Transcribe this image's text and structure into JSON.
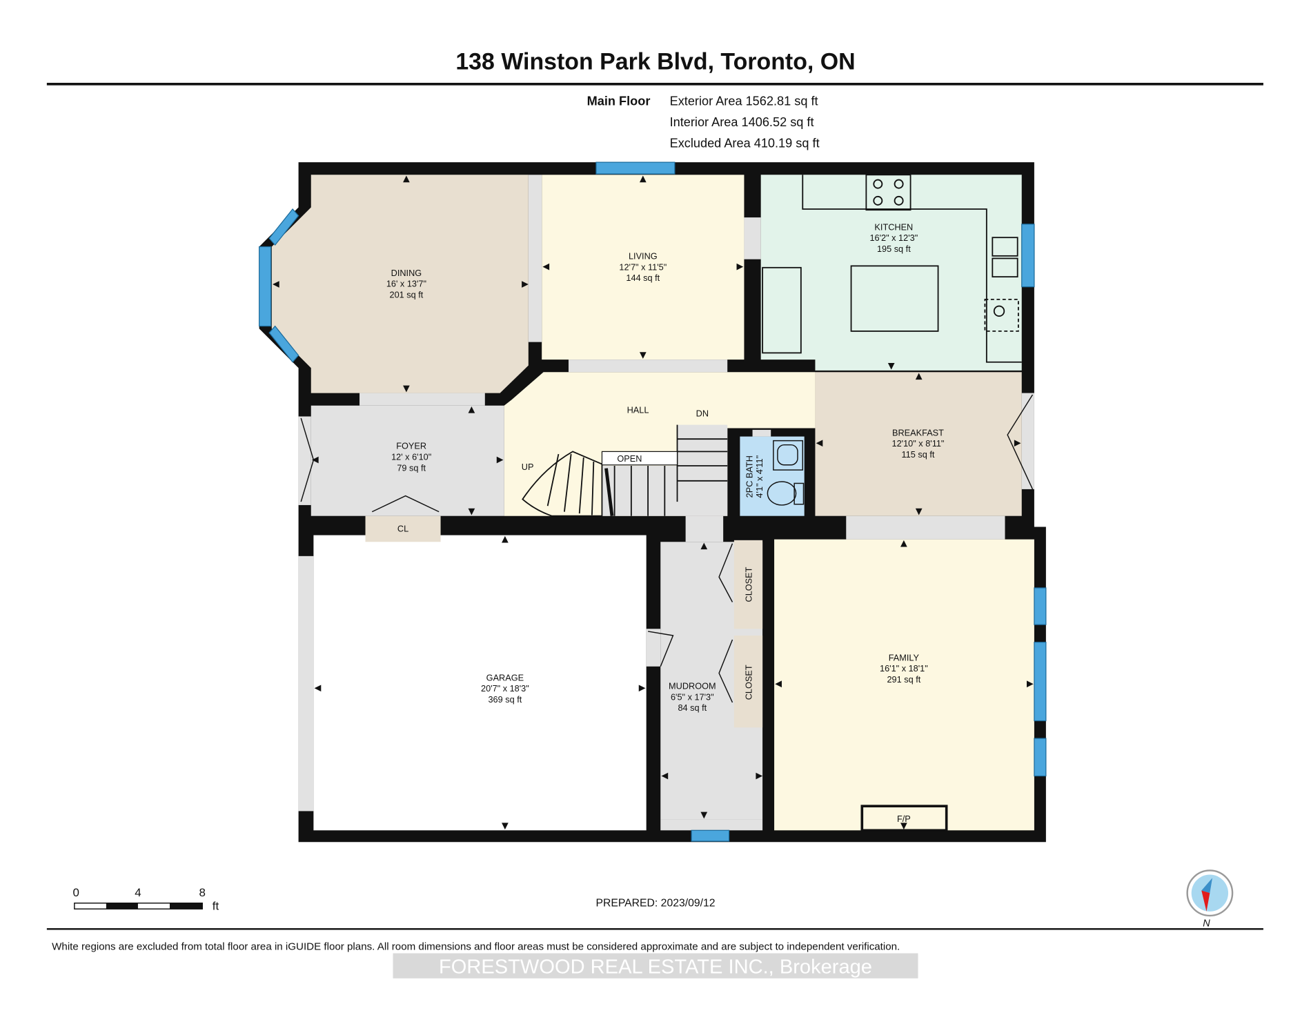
{
  "title": "138 Winston Park Blvd, Toronto, ON",
  "floor": {
    "name": "Main Floor",
    "exterior": "Exterior Area 1562.81 sq ft",
    "interior": "Interior Area 1406.52 sq ft",
    "excluded": "Excluded Area 410.19 sq ft"
  },
  "rooms": {
    "dining": {
      "name": "DINING",
      "dims": "16' x 13'7\"",
      "area": "201 sq ft"
    },
    "living": {
      "name": "LIVING",
      "dims": "12'7\" x 11'5\"",
      "area": "144 sq ft"
    },
    "kitchen": {
      "name": "KITCHEN",
      "dims": "16'2\" x 12'3\"",
      "area": "195 sq ft"
    },
    "hall": {
      "name": "HALL"
    },
    "foyer": {
      "name": "FOYER",
      "dims": "12' x 6'10\"",
      "area": "79 sq ft"
    },
    "breakfast": {
      "name": "BREAKFAST",
      "dims": "12'10\" x 8'11\"",
      "area": "115 sq ft"
    },
    "bath": {
      "name": "2PC BATH",
      "dims": "4'1\" x 4'11\""
    },
    "garage": {
      "name": "GARAGE",
      "dims": "20'7\" x 18'3\"",
      "area": "369 sq ft"
    },
    "mudroom": {
      "name": "MUDROOM",
      "dims": "6'5\" x 17'3\"",
      "area": "84 sq ft"
    },
    "family": {
      "name": "FAMILY",
      "dims": "16'1\" x 18'1\"",
      "area": "291 sq ft"
    }
  },
  "labels": {
    "up": "UP",
    "dn": "DN",
    "open": "OPEN",
    "cl": "CL",
    "closet1": "CLOSET",
    "closet2": "CLOSET",
    "fp": "F/P"
  },
  "scale": {
    "t0": "0",
    "t4": "4",
    "t8": "8",
    "unit": "ft"
  },
  "prepared": "PREPARED: 2023/09/12",
  "compass": "N",
  "disclaimer": "White regions are excluded from total floor area in iGUIDE floor plans. All room dimensions and floor areas must be considered approximate and are subject to independent verification.",
  "watermark": "FORESTWOOD REAL ESTATE INC., Brokerage",
  "colors": {
    "window": "#4aa6dd",
    "beige": "#e8dfd0",
    "cream": "#fdf8e1",
    "mint": "#e2f3ea",
    "bath": "#bfe0f5",
    "grey": "#e2e2e2"
  }
}
